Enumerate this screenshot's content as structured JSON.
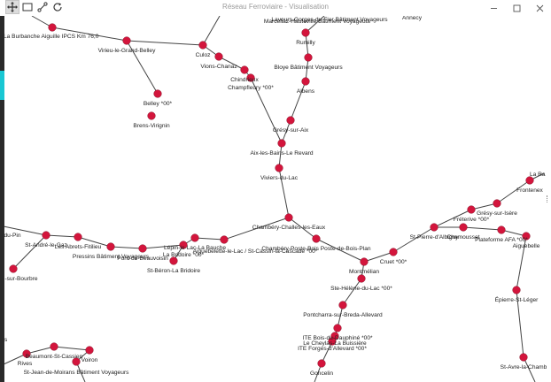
{
  "window": {
    "title": "Réseau Ferroviaire - Visualisation",
    "controls": [
      "minimize-icon",
      "maximize-icon",
      "close-icon"
    ]
  },
  "toolbar": {
    "tools": [
      {
        "name": "move-tool",
        "icon": "move-arrows-icon",
        "active": true
      },
      {
        "name": "select-rect-tool",
        "icon": "rectangle-icon",
        "active": false
      },
      {
        "name": "edge-tool",
        "icon": "connect-nodes-icon",
        "active": false
      },
      {
        "name": "refresh-tool",
        "icon": "refresh-icon",
        "active": false
      }
    ]
  },
  "colors": {
    "node_fill": "#d3153c",
    "edge": "#444444",
    "accent_bar": "#19c7d3"
  },
  "stations": [
    {
      "id": "burbanche",
      "label": "La Burbanche Aiguille IPCS Km 76,0"
    },
    {
      "id": "virieu",
      "label": "Virieu-le-Grand-Belley"
    },
    {
      "id": "culoz",
      "label": "Culoz"
    },
    {
      "id": "vions",
      "label": "Vions-Chanaz"
    },
    {
      "id": "chindrieux",
      "label": "Chindrieux"
    },
    {
      "id": "champfleury",
      "label": "Champfleury *00*"
    },
    {
      "id": "belley",
      "label": "Belley *00*"
    },
    {
      "id": "brens",
      "label": "Brens-Virignin"
    },
    {
      "id": "marcellaz",
      "label": "Marcellaz-Hauteville Bâtiment Voyageurs"
    },
    {
      "id": "gorges",
      "label": "Lavours-Gorges-du-Fier Bâtiment Voyageurs"
    },
    {
      "id": "annecy",
      "label": "Annecy"
    },
    {
      "id": "rumilly",
      "label": "Rumilly"
    },
    {
      "id": "bloye",
      "label": "Bloye Bâtiment Voyageurs"
    },
    {
      "id": "albens",
      "label": "Albens"
    },
    {
      "id": "gresy_aix",
      "label": "Grésy-sur-Aix"
    },
    {
      "id": "aix",
      "label": "Aix-les-Bains-Le Revard"
    },
    {
      "id": "viviers",
      "label": "Viviers-du-Lac"
    },
    {
      "id": "chambery",
      "label": "Chambéry-Challes-les-Eaux"
    },
    {
      "id": "chambery_posteb",
      "label": "Chambéry-Poste-Bois Poste-de-Bois-Plan"
    },
    {
      "id": "cognin",
      "label": "Aiguebelette-le-Lac / St-Cassin-la-Cascade *00*"
    },
    {
      "id": "lepin",
      "label": "Lépin-le-Lac-La Bauche"
    },
    {
      "id": "bridoire",
      "label": "La Bridoire *00*"
    },
    {
      "id": "st_beron",
      "label": "St-Béron-La Bridoire"
    },
    {
      "id": "pont_beau",
      "label": "Pont-de-Beauvoisin"
    },
    {
      "id": "pressins",
      "label": "Pressins Bâtiment Voyageurs"
    },
    {
      "id": "abrets",
      "label": "Les Abrets-Fitilieu"
    },
    {
      "id": "st_andre",
      "label": "St-André-le-Gaz"
    },
    {
      "id": "pin",
      "label": "du-Pin"
    },
    {
      "id": "bourbre",
      "label": "-sur-Bourbre"
    },
    {
      "id": "frontenex",
      "label": "Frontenex"
    },
    {
      "id": "la_ra",
      "label": "La Ra"
    },
    {
      "id": "gresy_isere",
      "label": "Grésy-sur-Isère"
    },
    {
      "id": "freterive",
      "label": "Fréterive *00*"
    },
    {
      "id": "chamousset",
      "label": "Chamousset"
    },
    {
      "id": "plateforme",
      "label": "Plateforme AFA *00*"
    },
    {
      "id": "aiguebelle",
      "label": "Aiguebelle"
    },
    {
      "id": "st_pierre",
      "label": "St-Pierre-d'Albigny"
    },
    {
      "id": "cruet",
      "label": "Cruet *00*"
    },
    {
      "id": "montmelian",
      "label": "Montmélian"
    },
    {
      "id": "ste_helene",
      "label": "Ste-Hélène-du-Lac *00*"
    },
    {
      "id": "pontcharra",
      "label": "Pontcharra-sur-Breda-Allevard"
    },
    {
      "id": "dauphine",
      "label": "ITE Bois-du-Dauphiné *00*"
    },
    {
      "id": "cheylas",
      "label": "Le Cheylas-La Buissière"
    },
    {
      "id": "forges",
      "label": "ITE Forges-d'Allevard *00*"
    },
    {
      "id": "goncelin",
      "label": "Goncelin"
    },
    {
      "id": "epierre",
      "label": "Épierre-St-Léger"
    },
    {
      "id": "st_avre",
      "label": "St-Avre-la-Chamb"
    },
    {
      "id": "beaumont",
      "label": "Beaumont-St-Cassien"
    },
    {
      "id": "rives",
      "label": "Rives"
    },
    {
      "id": "voiron",
      "label": "Voiron"
    },
    {
      "id": "moirans",
      "label": "St-Jean-de-Moirans Bâtiment Voyageurs"
    },
    {
      "id": "s_left",
      "label": "s"
    }
  ]
}
